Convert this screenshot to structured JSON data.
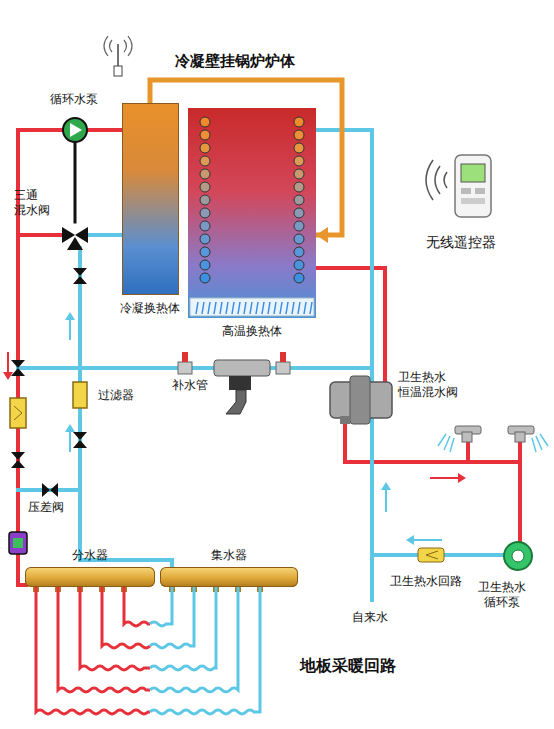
{
  "diagram": {
    "nodes": [
      {
        "text": [
          "冷凝换热体"
        ]
      },
      {
        "text": [
          "高温换热体"
        ]
      },
      {
        "text": [
          "分水器"
        ]
      },
      {
        "text": [
          "集水器"
        ]
      }
    ],
    "edges": [
      {
        "from": 0,
        "to": 1,
        "arrow": "to"
      },
      {
        "from": 2,
        "to": 3,
        "arrow": "none"
      }
    ],
    "labels": [
      "冷凝壁挂锅炉炉体",
      "循环水泵",
      "三通 混水阀",
      "无线遥控器",
      "补水管",
      "过滤器",
      "卫生热水 恒温混水阀",
      "压差阀",
      "卫生热水回路",
      "卫生热水 循环泵",
      "自来水",
      "地板采暖回路"
    ]
  }
}
